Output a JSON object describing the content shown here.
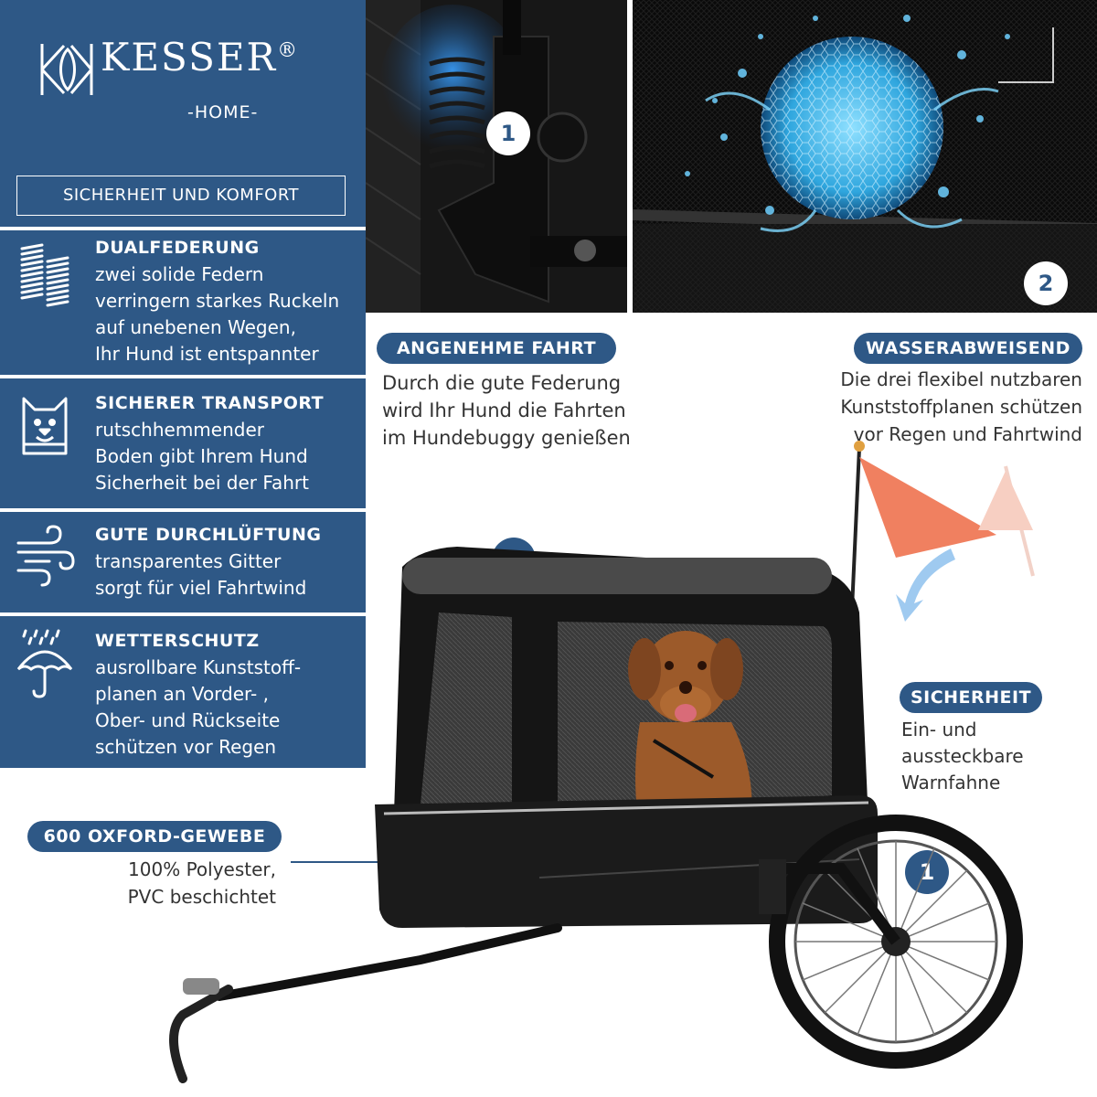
{
  "brand": {
    "name": "KESSER",
    "reg": "®",
    "sub": "-HOME-"
  },
  "header_box": "SICHERHEIT UND KOMFORT",
  "features": [
    {
      "icon": "spring-icon",
      "title": "DUALFEDERUNG",
      "lines": [
        "zwei solide Federn",
        "verringern starkes Ruckeln",
        "auf unebenen Wegen,",
        "Ihr Hund ist entspannter"
      ]
    },
    {
      "icon": "dog-box-icon",
      "title": "SICHERER TRANSPORT",
      "lines": [
        "rutschhemmender",
        "Boden gibt Ihrem Hund",
        "Sicherheit bei der Fahrt"
      ]
    },
    {
      "icon": "wind-icon",
      "title": "GUTE DURCHLÜFTUNG",
      "lines": [
        "transparentes Gitter",
        "sorgt für viel Fahrtwind"
      ]
    },
    {
      "icon": "umbrella-rain-icon",
      "title": "WETTERSCHUTZ",
      "lines": [
        "ausrollbare Kunststoff-",
        "planen an Vorder- ,",
        "Ober- und Rückseite",
        "schützen vor Regen"
      ]
    }
  ],
  "callouts": {
    "fahrt": {
      "title": "ANGENEHME FAHRT",
      "lines": [
        "Durch die gute Federung",
        "wird Ihr Hund die Fahrten",
        "im Hundebuggy genießen"
      ]
    },
    "wasser": {
      "title": "WASSERABWEISEND",
      "lines": [
        "Die drei flexibel nutzbaren",
        "Kunststoffplanen schützen",
        "vor Regen und Fahrtwind"
      ]
    },
    "sicherheit": {
      "title": "SICHERHEIT",
      "lines": [
        "Ein- und",
        "aussteckbare",
        "Warnfahne"
      ]
    },
    "oxford": {
      "title": "600 OXFORD-GEWEBE",
      "lines": [
        "100% Polyester,",
        "PVC beschichtet"
      ]
    }
  },
  "markers": {
    "one": "1",
    "two": "2"
  },
  "colors": {
    "brand_blue": "#2e5886",
    "flag_orange": "#f08060",
    "frame_black": "#1a1a1a",
    "water_blue": "#3fb7e6"
  }
}
